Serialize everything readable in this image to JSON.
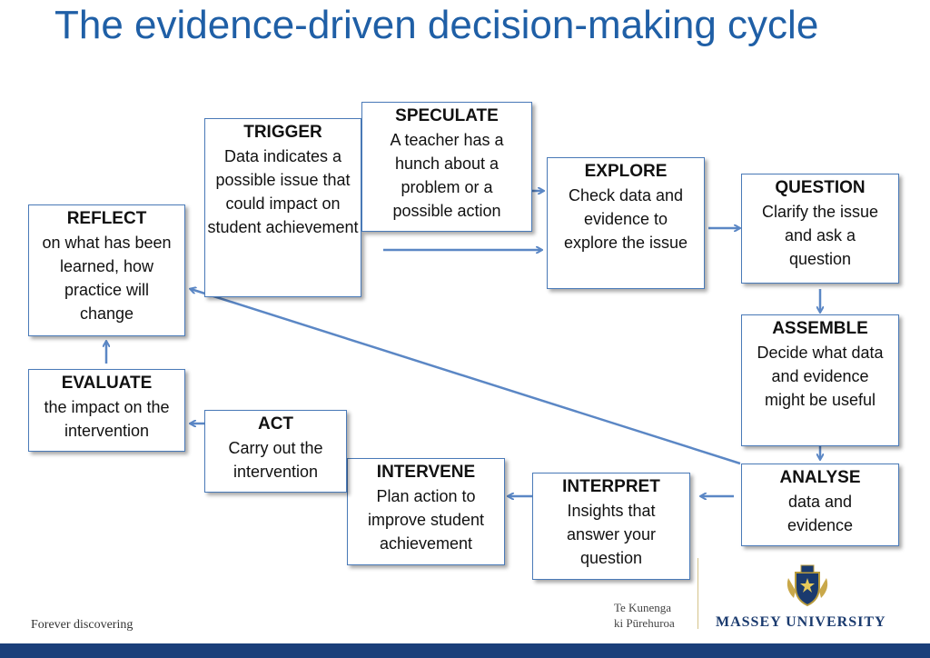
{
  "title": "The evidence-driven decision-making cycle",
  "boxes": {
    "trigger": {
      "heading": "TRIGGER",
      "text": "Data indicates a possible issue that could impact on student achievement"
    },
    "speculate": {
      "heading": "SPECULATE",
      "text": "A teacher has a hunch about a problem or a possible action"
    },
    "explore": {
      "heading": "EXPLORE",
      "text": "Check data and evidence to explore the issue"
    },
    "question": {
      "heading": "QUESTION",
      "text": "Clarify the issue and ask a question"
    },
    "assemble": {
      "heading": "ASSEMBLE",
      "text": "Decide what data and evidence might be useful"
    },
    "analyse": {
      "heading": "ANALYSE",
      "text": "data and evidence"
    },
    "interpret": {
      "heading": "INTERPRET",
      "text": "Insights that answer your question"
    },
    "intervene": {
      "heading": "INTERVENE",
      "text": "Plan action to improve student achievement"
    },
    "act": {
      "heading": "ACT",
      "text": "Carry out the intervention"
    },
    "evaluate": {
      "heading": "EVALUATE",
      "text": "the impact on the intervention"
    },
    "reflect": {
      "heading": "REFLECT",
      "text": "on what has been learned, how practice will change"
    }
  },
  "footer": {
    "tagline": "Forever discovering",
    "maori_name_line1": "Te Kunenga",
    "maori_name_line2": "ki Pūrehuroa",
    "university": "MASSEY UNIVERSITY"
  },
  "colors": {
    "title": "#1f5fa6",
    "arrow": "#5b87c5",
    "border": "#4a7ab8",
    "bottom_bar": "#1b3f7a"
  }
}
